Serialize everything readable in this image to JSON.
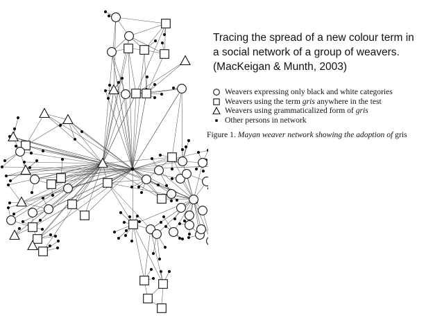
{
  "title_lines": [
    "Tracing the spread of a new colour term in",
    "a social network of a group of weavers.",
    "(MacKeigan & Munth, 2003)"
  ],
  "legend": [
    {
      "shape": "circle",
      "pre": "Weavers expressing only black and white categories",
      "em": "",
      "post": ""
    },
    {
      "shape": "square",
      "pre": "Weavers using the term ",
      "em": "gris",
      "post": " anywhere in the test"
    },
    {
      "shape": "triangle",
      "pre": "Weavers using grammaticalized form of ",
      "em": "gris",
      "post": ""
    },
    {
      "shape": "dot",
      "pre": "Other persons in network",
      "em": "",
      "post": ""
    }
  ],
  "caption": {
    "label": "Figure 1.",
    "italic": "Mayan weaver network showing the adoption of",
    "tail": "gris"
  },
  "colors": {
    "ink": "#111111",
    "edge": "#555555",
    "background": "#ffffff"
  },
  "network_node_types": [
    "circle",
    "square",
    "triangle",
    "dot"
  ]
}
